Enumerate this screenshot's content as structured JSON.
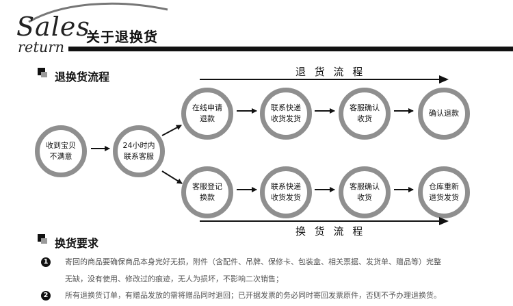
{
  "header": {
    "brand_sales": "Sales",
    "brand_return": "return",
    "title": "关于退换货"
  },
  "section_process": {
    "title": "退换货流程"
  },
  "return_flow": {
    "label": "退 货 流 程"
  },
  "exchange_flow": {
    "label": "换 货 流 程"
  },
  "nodes": {
    "start": [
      "收到宝贝",
      "不满意"
    ],
    "contact": [
      "24小时内",
      "联系客服"
    ],
    "ret_apply": [
      "在线申请",
      "退款"
    ],
    "ret_contact": [
      "联系快递",
      "收货发货"
    ],
    "ret_confirm": [
      "客服确认",
      "收货"
    ],
    "ret_refund": [
      "确认退款",
      ""
    ],
    "ex_register": [
      "客服登记",
      "换款"
    ],
    "ex_contact": [
      "联系快递",
      "收货发货"
    ],
    "ex_confirm": [
      "客服确认",
      "收货"
    ],
    "ex_reship": [
      "仓库重新",
      "退货发货"
    ]
  },
  "section_requirements": {
    "title": "换货要求"
  },
  "requirements": [
    {
      "num": "1",
      "line1": "寄回的商品要确保商品本身完好无损，附件（含配件、吊牌、保修卡、包装盒、相关票据、发货单、赠品等）完整",
      "line2": "无缺，没有使用、修改过的痕迹，无人为损坏，不影响二次销售；"
    },
    {
      "num": "2",
      "line1": "所有退换货订单，有赠品发放的需将赠品同时退回；已开据发票的务必同时寄回发票原件，否则不予办理退换货。"
    }
  ],
  "colors": {
    "ring": "#8f8f8f",
    "ink": "#111111",
    "muted_text": "#555555"
  }
}
